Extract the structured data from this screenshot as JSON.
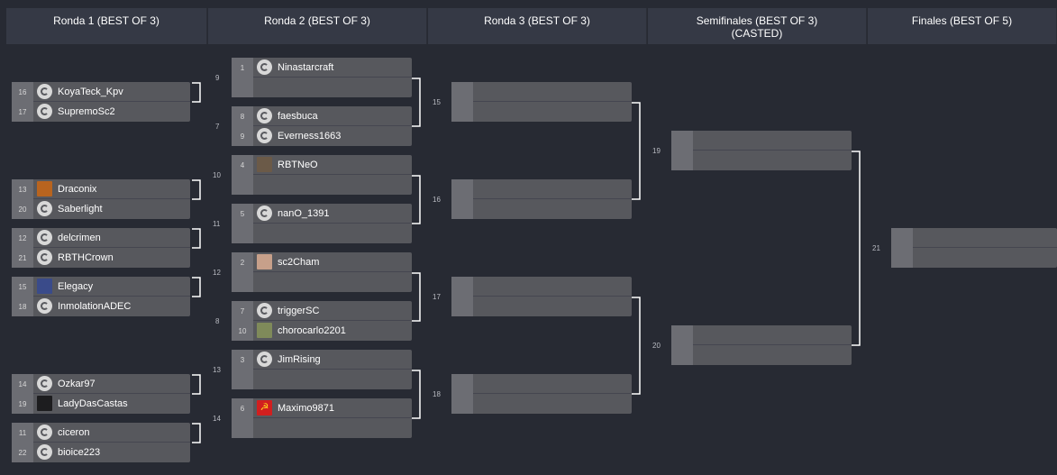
{
  "rounds": [
    {
      "label": "Ronda 1 (BEST OF 3)"
    },
    {
      "label": "Ronda 2 (BEST OF 3)"
    },
    {
      "label": "Ronda 3 (BEST OF 3)"
    },
    {
      "label": "Semifinales (BEST OF 3)\n(CASTED)"
    },
    {
      "label": "Finales (BEST OF 5)"
    }
  ],
  "icon_types": {
    "logo": "team-logo-icon",
    "pic": "player-avatar"
  },
  "matches": {
    "r1a": {
      "p1": {
        "seed": "16",
        "name": "KoyaTeck_Kpv",
        "icon": "logo"
      },
      "p2": {
        "seed": "17",
        "name": "SupremoSc2",
        "icon": "logo"
      }
    },
    "r1b": {
      "p1": {
        "seed": "13",
        "name": "Draconix",
        "icon": "pic",
        "color": "#b8641f"
      },
      "p2": {
        "seed": "20",
        "name": "Saberlight",
        "icon": "logo"
      }
    },
    "r1c": {
      "p1": {
        "seed": "12",
        "name": "delcrimen",
        "icon": "logo"
      },
      "p2": {
        "seed": "21",
        "name": "RBTHCrown",
        "icon": "logo"
      }
    },
    "r1d": {
      "p1": {
        "seed": "15",
        "name": "Elegacy",
        "icon": "pic",
        "color": "#3a4b8a"
      },
      "p2": {
        "seed": "18",
        "name": "InmolationADEC",
        "icon": "logo"
      }
    },
    "r1e": {
      "p1": {
        "seed": "14",
        "name": "Ozkar97",
        "icon": "logo"
      },
      "p2": {
        "seed": "19",
        "name": "LadyDasCastas",
        "icon": "pic",
        "color": "#1d1d1f"
      }
    },
    "r1f": {
      "p1": {
        "seed": "11",
        "name": "ciceron",
        "icon": "logo"
      },
      "p2": {
        "seed": "22",
        "name": "bioice223",
        "icon": "logo"
      }
    },
    "r2a": {
      "p1": {
        "seed": "1",
        "name": "Ninastarcraft",
        "icon": "logo"
      },
      "p2": {
        "seed": "",
        "name": "",
        "icon": ""
      }
    },
    "r2b": {
      "p1": {
        "seed": "8",
        "name": "faesbuca",
        "icon": "logo"
      },
      "p2": {
        "seed": "9",
        "name": "Everness1663",
        "icon": "logo"
      }
    },
    "r2c": {
      "p1": {
        "seed": "4",
        "name": "RBTNeO",
        "icon": "pic",
        "color": "#6b5a48"
      },
      "p2": {
        "seed": "",
        "name": "",
        "icon": ""
      }
    },
    "r2d": {
      "p1": {
        "seed": "5",
        "name": "nanO_1391",
        "icon": "logo"
      },
      "p2": {
        "seed": "",
        "name": "",
        "icon": ""
      }
    },
    "r2e": {
      "p1": {
        "seed": "2",
        "name": "sc2Cham",
        "icon": "pic",
        "color": "#c7a08a"
      },
      "p2": {
        "seed": "",
        "name": "",
        "icon": ""
      }
    },
    "r2f": {
      "p1": {
        "seed": "7",
        "name": "triggerSC",
        "icon": "logo"
      },
      "p2": {
        "seed": "10",
        "name": "chorocarlo2201",
        "icon": "pic",
        "color": "#7f8a5a"
      }
    },
    "r2g": {
      "p1": {
        "seed": "3",
        "name": "JimRising",
        "icon": "logo"
      },
      "p2": {
        "seed": "",
        "name": "",
        "icon": ""
      }
    },
    "r2h": {
      "p1": {
        "seed": "6",
        "name": "Maximo9871",
        "icon": "pic",
        "color": "#d11f1f"
      },
      "p2": {
        "seed": "",
        "name": "",
        "icon": ""
      }
    },
    "r3a": {
      "p1": {
        "seed": "",
        "name": "",
        "icon": ""
      },
      "p2": {
        "seed": "",
        "name": "",
        "icon": ""
      }
    },
    "r3b": {
      "p1": {
        "seed": "",
        "name": "",
        "icon": ""
      },
      "p2": {
        "seed": "",
        "name": "",
        "icon": ""
      }
    },
    "r3c": {
      "p1": {
        "seed": "",
        "name": "",
        "icon": ""
      },
      "p2": {
        "seed": "",
        "name": "",
        "icon": ""
      }
    },
    "r3d": {
      "p1": {
        "seed": "",
        "name": "",
        "icon": ""
      },
      "p2": {
        "seed": "",
        "name": "",
        "icon": ""
      }
    },
    "sfa": {
      "p1": {
        "seed": "",
        "name": "",
        "icon": ""
      },
      "p2": {
        "seed": "",
        "name": "",
        "icon": ""
      }
    },
    "sfb": {
      "p1": {
        "seed": "",
        "name": "",
        "icon": ""
      },
      "p2": {
        "seed": "",
        "name": "",
        "icon": ""
      }
    },
    "fin": {
      "p1": {
        "seed": "",
        "name": "",
        "icon": ""
      },
      "p2": {
        "seed": "",
        "name": "",
        "icon": ""
      }
    }
  },
  "match_numbers": {
    "n9": "9",
    "n7": "7",
    "n10": "10",
    "n11": "11",
    "n12": "12",
    "n8": "8",
    "n13": "13",
    "n14": "14",
    "n15": "15",
    "n16": "16",
    "n17": "17",
    "n18": "18",
    "n19": "19",
    "n20": "20",
    "n21": "21"
  },
  "colors": {
    "background": "#272a33",
    "header": "#353945",
    "slot": "#57585d",
    "seed_box": "#6c6d73",
    "connector": "#ffffff"
  }
}
